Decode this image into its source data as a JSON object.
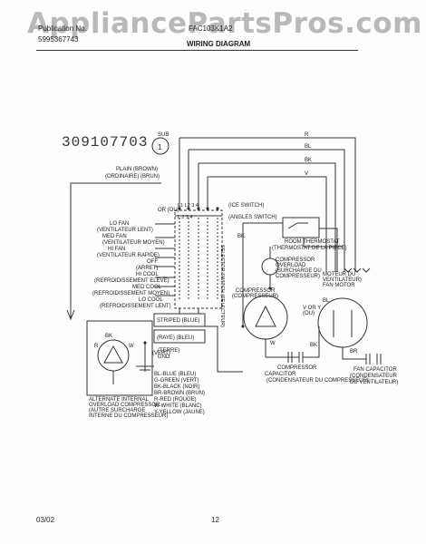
{
  "watermark": "AppliancePartsPros.com",
  "header": {
    "publication": "Publication No.",
    "publication_number": "5995367743",
    "model": "FAC103K1A2",
    "title": "WIRING DIAGRAM"
  },
  "diagram": {
    "part_number": "309107703",
    "sub_label": "SUB",
    "sub_number": "1",
    "wires": [
      "R",
      "BL",
      "BK",
      "V"
    ],
    "plain_brown": "PLAIN  (BROWN)",
    "plain_brown_fr": "(ORDINAIRE)  (BRUN)",
    "or_label": "OR (OU)",
    "terminals_top": "L1 L2  3  4",
    "terminals_bottom": "L  2  3  4",
    "ice_switch": "(ICE SWITCH)",
    "angles_switch": "(ANGLES SWITCH)",
    "switch_rows": [
      "LO FAN",
      "(VENTILATEUR LENT)",
      "MED FAN",
      "(VENTILATEUR MOYEN)",
      "HI FAN",
      "(VENTILATEUR RAPIDE)",
      "OFF",
      "(ARRET)",
      "HI COOL",
      "(REFROIDISSEMENT ELEVE)",
      "MED COOL",
      "(REFROIDISSEMENT MOYEN)",
      "LO COOL",
      "(REFROIDISSEMENT LENT)"
    ],
    "selector_switch": "SELECTOR SWITCH (SELECTEUR)",
    "bk_left": "BK",
    "thermostat": [
      "ROOM THERMOSTAT",
      "(THERMOSTAT DE LA PIÈCE)"
    ],
    "overload": [
      "COMPRESSOR",
      "OVERLOAD",
      "(SURCHARGE DU",
      "COMPRESSEUR)"
    ],
    "fan_motor": [
      "MOTEUR DU",
      "VENTILATEUR)",
      "FAN MOTOR"
    ],
    "compressor": [
      "COMPRESSOR",
      "(COMPRESSEUR)"
    ],
    "v_or_y": "V OR Y",
    "bu": "(OU)",
    "bl_right": "BL",
    "w_left": "W",
    "bk_right": "BK",
    "br": "BR",
    "comp_capacitor": [
      "COMPRESSOR",
      "CAPACITOR",
      "(CONDENSATEUR DU COMPRESSEUR)"
    ],
    "fan_capacitor": [
      "FAN CAPACITOR",
      "(CONDENSATEUR",
      "DU VENTILATEUR)"
    ],
    "striped_blue": [
      "STRIPED (BLUE)",
      "(RAYE) (BLEU)"
    ],
    "ground": [
      "(TERRE)",
      "GND",
      "(VERT)"
    ],
    "legend": [
      "BL-BLUE (BLEU)",
      "G-GREEN (VERT)",
      "BK-BLACK (NOIR)",
      "BR-BROWN (BRUN)",
      "R-RED (ROUGE)",
      "W-WHITE (BLANC)",
      "Y-YELLOW (JAUNE)"
    ],
    "alt_box": {
      "bk": "BK",
      "r": "R",
      "w": "W",
      "lines": [
        "ALTERNATE INTERNAL",
        "OVERLOAD COMPRESSOR",
        "(AUTRE SURCHARGE",
        "INTERNE DU COMPRESSEUR)"
      ]
    }
  },
  "footer": {
    "date": "03/02",
    "page": "12"
  }
}
